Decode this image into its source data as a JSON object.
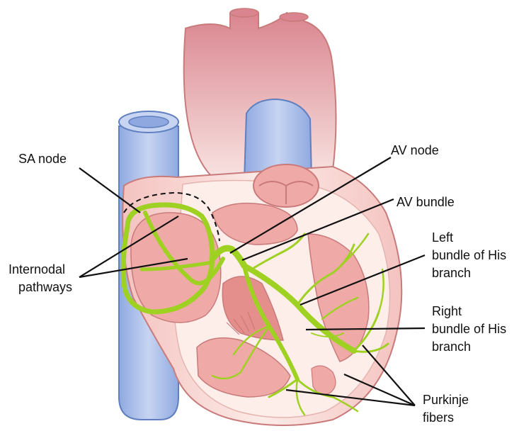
{
  "colors": {
    "outline": "#c97a7a",
    "aorta_outer": "#d9848e",
    "aorta_light": "#f6dada",
    "heart_body": "#fbe6e2",
    "chamber": "#efa9a6",
    "chamber_dark": "#e58f8d",
    "vein": "#8fa9e0",
    "vein_light": "#c7d4f2",
    "vein_outline": "#5f7fbf",
    "conduction": "#9fd123",
    "conduction_outline": "#6e9a12",
    "leader": "#111111"
  },
  "labels": {
    "sa_node": "SA node",
    "av_node": "AV node",
    "av_bundle": "AV bundle",
    "internodal_1": "Internodal",
    "internodal_2": "pathways",
    "left_1": "Left",
    "left_2": "bundle of His",
    "left_3": "branch",
    "right_1": "Right",
    "right_2": "bundle of His",
    "right_3": "branch",
    "purkinje_1": "Purkinje",
    "purkinje_2": "fibers"
  }
}
